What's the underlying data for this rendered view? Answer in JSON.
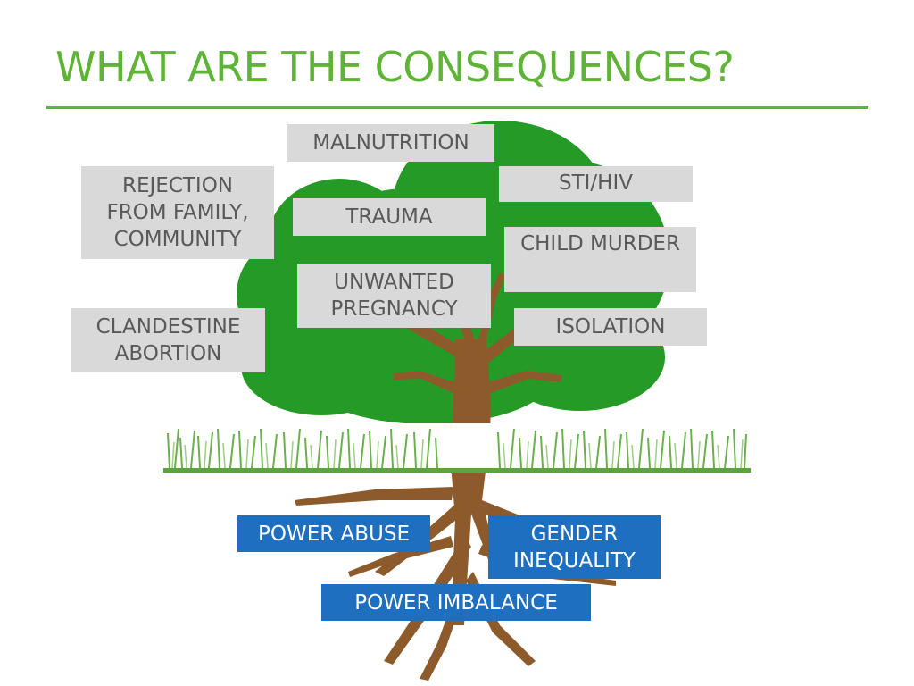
{
  "title": "WHAT ARE THE CONSEQUENCES?",
  "colors": {
    "title_green": "#5fb336",
    "foliage": "#269a26",
    "trunk": "#8d5a2b",
    "grass": "#6ab04c",
    "consequence_box": "#d9d9d9",
    "consequence_text": "#595959",
    "cause_box": "#1f6fc1",
    "cause_text": "#ffffff"
  },
  "consequences": {
    "malnutrition": "MALNUTRITION",
    "sti_hiv": "STI/HIV",
    "rejection": [
      "REJECTION",
      "FROM FAMILY,",
      "COMMUNITY"
    ],
    "trauma": "TRAUMA",
    "child_murder": "CHILD MURDER",
    "unwanted_pregnancy": [
      "UNWANTED",
      "PREGNANCY"
    ],
    "clandestine_abortion": [
      "CLANDESTINE",
      "ABORTION"
    ],
    "isolation": "ISOLATION"
  },
  "causes": {
    "power_abuse": "POWER ABUSE",
    "gender_inequality": [
      "GENDER",
      "INEQUALITY"
    ],
    "power_imbalance": "POWER IMBALANCE"
  }
}
